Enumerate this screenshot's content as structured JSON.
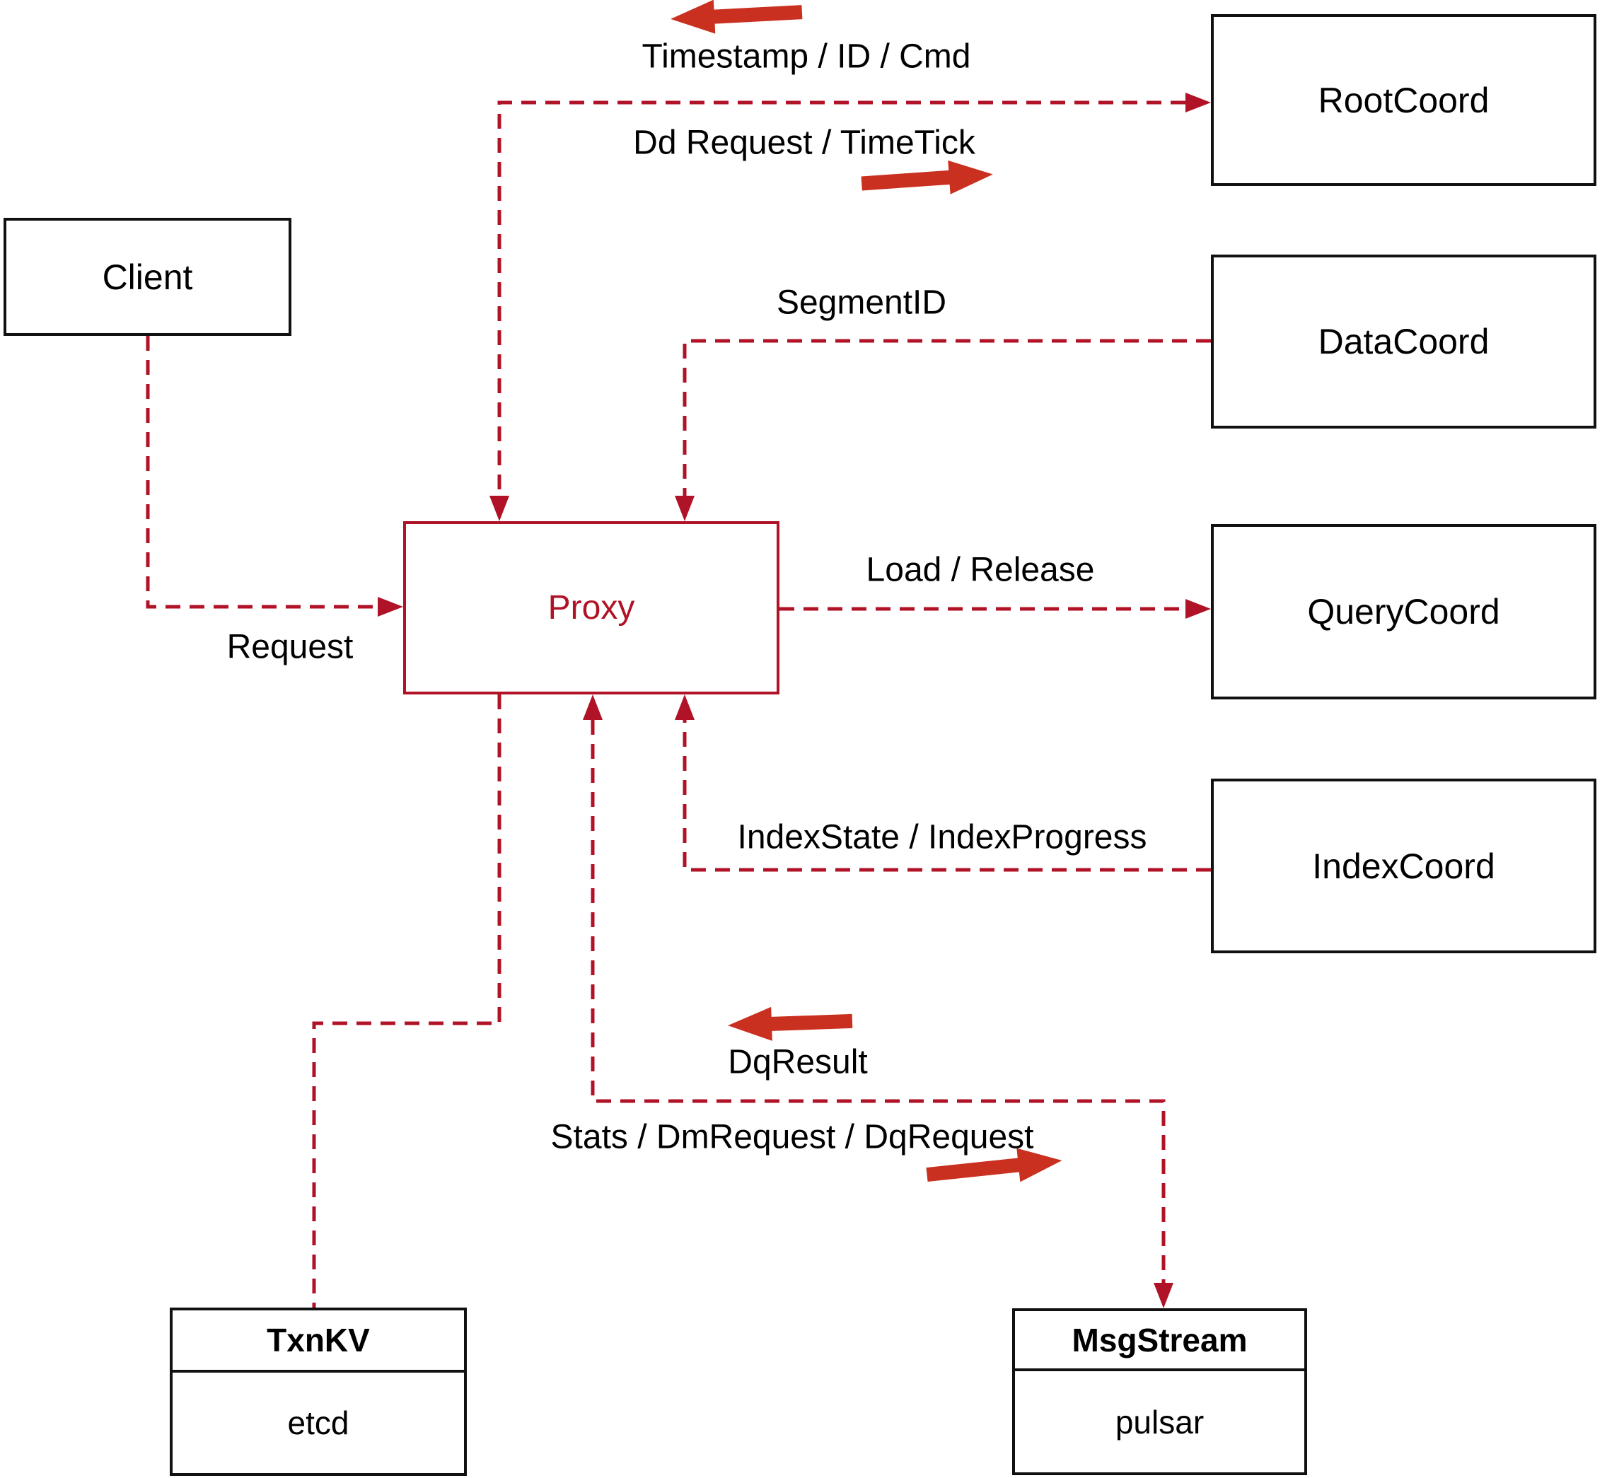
{
  "diagram": {
    "nodes": {
      "client": {
        "label": "Client"
      },
      "proxy": {
        "label": "Proxy"
      },
      "root_coord": {
        "label": "RootCoord"
      },
      "data_coord": {
        "label": "DataCoord"
      },
      "query_coord": {
        "label": "QueryCoord"
      },
      "index_coord": {
        "label": "IndexCoord"
      },
      "txn_kv": {
        "title": "TxnKV",
        "subtitle": "etcd"
      },
      "msg_stream": {
        "title": "MsgStream",
        "subtitle": "pulsar"
      }
    },
    "edge_labels": {
      "timestamp_id_cmd": "Timestamp / ID / Cmd",
      "dd_request_timetick": "Dd Request / TimeTick",
      "segment_id": "SegmentID",
      "load_release": "Load / Release",
      "index_state_progress": "IndexState / IndexProgress",
      "dq_result": "DqResult",
      "stats_dm_dq_request": "Stats / DmRequest / DqRequest",
      "request": "Request"
    },
    "colors": {
      "dashed_line": "#b01327",
      "proxy_accent": "#b01327",
      "flow_arrow": "#c9301f",
      "node_border": "#111111",
      "text": "#000000",
      "background": "#ffffff"
    }
  }
}
